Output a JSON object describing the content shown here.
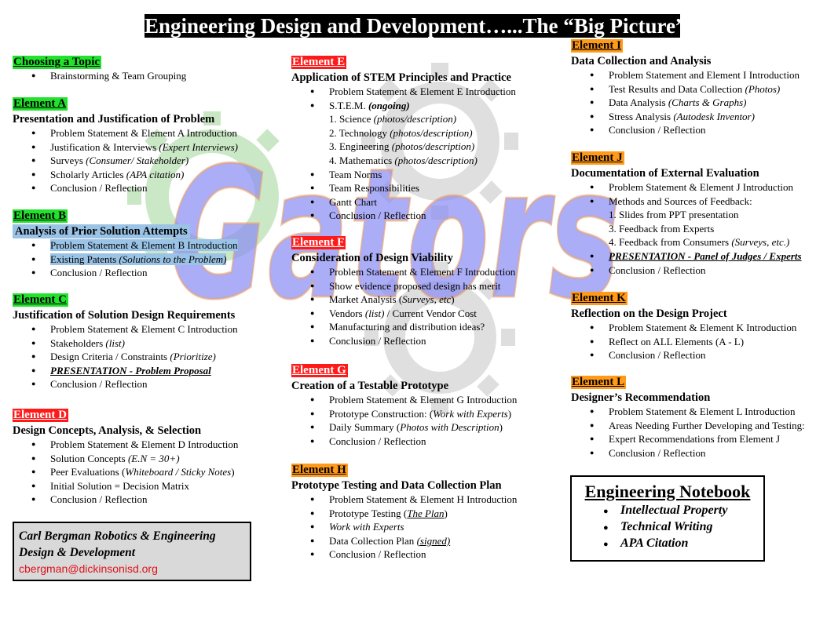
{
  "title": "Engineering Design and Development…...The “Big Picture”",
  "watermark": {
    "text": "Gators",
    "icon": "gear-icon",
    "colors": {
      "text": "#8a8ef2",
      "gear": "#b8b8b8",
      "gear_green": "#a8d8a0",
      "outline": "#e8a070"
    }
  },
  "colors": {
    "green": "#22e22e",
    "red": "#ff1a1a",
    "orange": "#ff9a1a",
    "highlight": "#9ac3e6"
  },
  "col1": {
    "topic": {
      "head": "Choosing a Topic",
      "items": [
        "Brainstorming & Team Grouping"
      ]
    },
    "a": {
      "head": "Element A",
      "sub": "Presentation and Justification of Problem",
      "items": [
        {
          "t": "Problem Statement & Element A Introduction"
        },
        {
          "t": "Justification & Interviews ",
          "i": "(Expert Interviews)"
        },
        {
          "t": "Surveys ",
          "i": "(Consumer/ Stakeholder)"
        },
        {
          "t": "Scholarly Articles ",
          "i": "(APA citation)"
        },
        {
          "t": "Conclusion / Reflection"
        }
      ]
    },
    "b": {
      "head": "Element B",
      "sub": "Analysis of Prior Solution Attempts",
      "items": [
        {
          "t": "Problem Statement & Element B Introduction"
        },
        {
          "t": "Existing Patents ",
          "i": "(Solutions to the Problem)"
        },
        {
          "t": "Conclusion / Reflection"
        }
      ]
    },
    "c": {
      "head": "Element C",
      "sub": "Justification of Solution Design Requirements",
      "items": [
        {
          "t": "Problem Statement & Element C Introduction"
        },
        {
          "t": "Stakeholders ",
          "i": "(list)"
        },
        {
          "t": "Design Criteria / Constraints ",
          "i": "(Prioritize)"
        },
        {
          "t": "PRESENTATION - Problem Proposal"
        },
        {
          "t": "Conclusion / Reflection"
        }
      ]
    },
    "d": {
      "head": "Element D",
      "sub": "Design Concepts, Analysis, & Selection",
      "items": [
        {
          "t": "Problem Statement & Element D Introduction"
        },
        {
          "t": "Solution Concepts ",
          "i": "(E.N =  30+)"
        },
        {
          "t": "Peer Evaluations (",
          "i": "Whiteboard / Sticky Notes",
          "e": ")"
        },
        {
          "t": "Initial Solution = Decision Matrix"
        },
        {
          "t": "Conclusion / Reflection"
        }
      ]
    }
  },
  "col2": {
    "e": {
      "head": "Element E",
      "sub": "Application of STEM Principles and Practice",
      "items": [
        {
          "t": "Problem Statement & Element E Introduction"
        },
        {
          "t": "S.T.E.M. ",
          "i": "(ongoing)"
        },
        {
          "t": "1. Science ",
          "i": "(photos/description)"
        },
        {
          "t": "2. Technology ",
          "i": "(photos/description)"
        },
        {
          "t": "3. Engineering ",
          "i": "(photos/description)"
        },
        {
          "t": "4. Mathematics ",
          "i": "(photos/description)"
        },
        {
          "t": "Team Norms"
        },
        {
          "t": "Team Responsibilities"
        },
        {
          "t": "Gantt Chart"
        },
        {
          "t": "Conclusion / Reflection"
        }
      ]
    },
    "f": {
      "head": "Element F",
      "sub": "Consideration of Design Viability",
      "items": [
        {
          "t": "Problem Statement & Element F Introduction"
        },
        {
          "t": "Show evidence proposed design has merit"
        },
        {
          "t": "Market Analysis (",
          "i": "Surveys, etc",
          "e": ")"
        },
        {
          "t": "Vendors ",
          "i": "(list)",
          "e": " / Current Vendor Cost"
        },
        {
          "t": "Manufacturing and distribution ideas?"
        },
        {
          "t": "Conclusion / Reflection"
        }
      ]
    },
    "g": {
      "head": "Element G",
      "sub": "Creation of a Testable Prototype",
      "items": [
        {
          "t": "Problem Statement & Element G Introduction"
        },
        {
          "t": "Prototype Construction: (",
          "i": "Work with Experts",
          "e": ")"
        },
        {
          "t": "Daily Summary (",
          "i": "Photos with Description",
          "e": ")"
        },
        {
          "t": "Conclusion / Reflection"
        }
      ]
    },
    "h": {
      "head": "Element H",
      "sub": "Prototype Testing and Data Collection Plan",
      "items": [
        {
          "t": "Problem Statement & Element H Introduction"
        },
        {
          "t": "Prototype Testing (",
          "i": "The Plan",
          "e": ")"
        },
        {
          "t": "",
          "i": "Work with Experts"
        },
        {
          "t": "Data Collection Plan ",
          "i": "(signed)"
        },
        {
          "t": "Conclusion / Reflection"
        }
      ]
    }
  },
  "col3": {
    "i": {
      "head": "Element I",
      "sub": "Data Collection and Analysis",
      "items": [
        {
          "t": "Problem Statement and Element I Introduction"
        },
        {
          "t": "Test Results and Data Collection ",
          "i": "(Photos)"
        },
        {
          "t": "Data Analysis ",
          "i": "(Charts & Graphs)"
        },
        {
          "t": "Stress Analysis ",
          "i": "(Autodesk Inventor)"
        },
        {
          "t": "Conclusion / Reflection"
        }
      ]
    },
    "j": {
      "head": "Element J",
      "sub": "Documentation of External Evaluation",
      "items": [
        {
          "t": "Problem Statement & Element J Introduction"
        },
        {
          "t": "Methods and Sources of Feedback:"
        },
        {
          "t": "1. Slides from PPT presentation"
        },
        {
          "t": "3. Feedback from Experts"
        },
        {
          "t": "4. Feedback from Consumers ",
          "i": "(Surveys, etc.)"
        },
        {
          "t": "PRESENTATION  - Panel of Judges / Experts"
        },
        {
          "t": "Conclusion / Reflection"
        }
      ]
    },
    "k": {
      "head": "Element K",
      "sub": "Reflection on the Design Project",
      "items": [
        {
          "t": "Problem Statement & Element K Introduction"
        },
        {
          "t": "Reflect on ALL Elements (A - L)"
        },
        {
          "t": "Conclusion / Reflection"
        }
      ]
    },
    "l": {
      "head": "Element L",
      "sub": "Designer’s  Recommendation",
      "items": [
        {
          "t": "Problem Statement & Element L Introduction"
        },
        {
          "t": "Areas Needing Further Developing and Testing:"
        },
        {
          "t": "Expert Recommendations from Element J"
        },
        {
          "t": "Conclusion / Reflection"
        }
      ]
    }
  },
  "info": {
    "line1": "Carl Bergman Robotics & Engineering",
    "line2": "Design & Development",
    "email": "cbergman@dickinsonisd.org"
  },
  "notebook": {
    "title": "Engineering Notebook",
    "items": [
      "Intellectual Property",
      "Technical Writing",
      "APA Citation"
    ]
  }
}
